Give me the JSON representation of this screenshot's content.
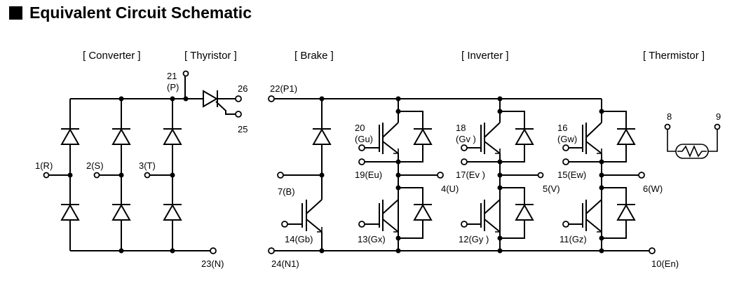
{
  "title": "Equivalent Circuit Schematic",
  "title_icon": "black-square",
  "sections": {
    "converter": "[ Converter ]",
    "thyristor": "[ Thyristor ]",
    "brake": "[ Brake ]",
    "inverter": "[ Inverter ]",
    "thermistor": "[ Thermistor ]"
  },
  "terminals": {
    "r": "1(R)",
    "s": "2(S)",
    "t": "3(T)",
    "p_num": "21",
    "p_name": "(P)",
    "n": "23(N)",
    "t26": "26",
    "t25": "25",
    "p1": "22(P1)",
    "b": "7(B)",
    "gb": "14(Gb)",
    "n1": "24(N1)",
    "gu_num": "20",
    "gu_name": "(Gu)",
    "eu": "19(Eu)",
    "u": "4(U)",
    "gx": "13(Gx)",
    "gv_num": "18",
    "gv_name": "(Gv )",
    "ev": "17(Ev )",
    "v": "5(V)",
    "gy": "12(Gy )",
    "gw_num": "16",
    "gw_name": "(Gw)",
    "ew": "15(Ew)",
    "w": "6(W)",
    "gz": "11(Gz)",
    "en": "10(En)",
    "th8": "8",
    "th9": "9"
  }
}
